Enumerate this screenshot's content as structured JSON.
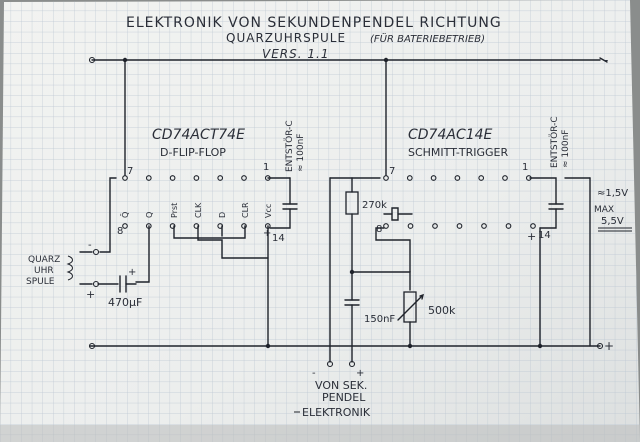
{
  "title": {
    "line1": "ELEKTRONIK VON SEKUNDENPENDEL RICHTUNG",
    "line2": "QUARZUHRSPULE",
    "line2_note": "(FÜR BATERIEBETRIEB)",
    "version": "VERS. 1.1"
  },
  "ic1": {
    "part": "CD74ACT74E",
    "function": "D-FLIP-FLOP",
    "pin_top_left": "7",
    "pin_top_right": "1",
    "pin_bottom_left": "8",
    "pin_bottom_right": "14",
    "label_q_bar": "Q̄",
    "label_q": "Q",
    "label_preset": "Prst",
    "label_clk": "CLK",
    "label_d": "D",
    "label_clr": "CLR",
    "label_vcc": "Vcc",
    "cap_label": "ENTSTÖR-C",
    "cap_value": "≈ 100nF"
  },
  "ic2": {
    "part": "CD74AC14E",
    "function": "SCHMITT-TRIGGER",
    "pin_top_left": "7",
    "pin_top_right": "1",
    "pin_bottom_left": "8",
    "pin_bottom_right": "14",
    "cap_label": "ENTSTÖR-C",
    "cap_value": "≈ 100nF"
  },
  "components": {
    "resistor": "270k",
    "pot": "500k",
    "cap_timing": "150nF",
    "cap_coil": "470µF"
  },
  "coil": {
    "line1": "QUARZ",
    "line2": "UHR",
    "line3": "SPULE"
  },
  "supply": {
    "voltage": "≈1,5V",
    "max_label": "MAX",
    "max_value": "5,5V"
  },
  "polarity": {
    "minus": "-",
    "plus": "+"
  },
  "pendulum": {
    "line1": "VON SEK.",
    "line2": "PENDEL",
    "line3": "ELEKTRONIK"
  }
}
